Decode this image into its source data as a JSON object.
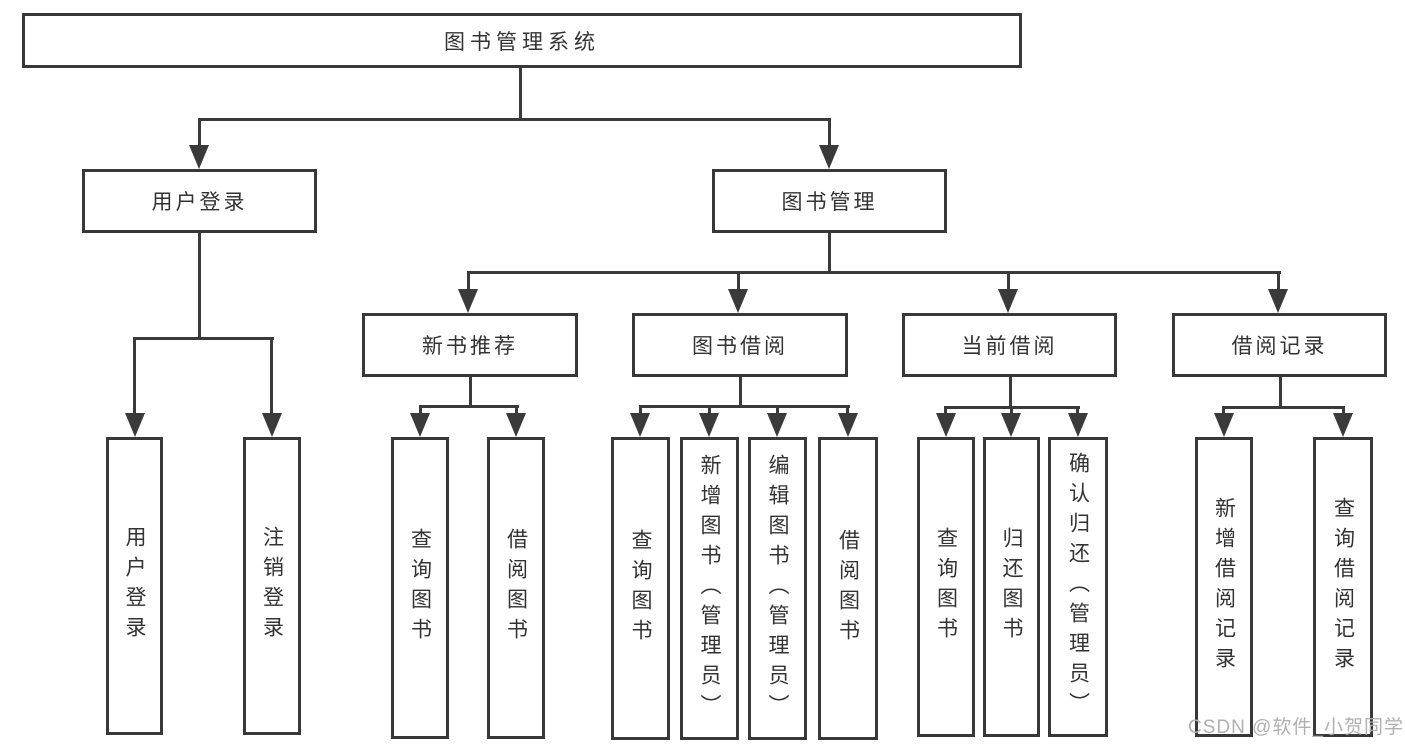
{
  "root": {
    "label": "图书管理系统"
  },
  "user_login": {
    "label": "用户登录",
    "children": [
      {
        "label": "用户登录"
      },
      {
        "label": "注销登录"
      }
    ]
  },
  "book_management": {
    "label": "图书管理",
    "sections": [
      {
        "label": "新书推荐",
        "children": [
          {
            "label": "查询图书"
          },
          {
            "label": "借阅图书"
          }
        ]
      },
      {
        "label": "图书借阅",
        "children": [
          {
            "label": "查询图书"
          },
          {
            "label": "新增图书（管理员）"
          },
          {
            "label": "编辑图书（管理员）"
          },
          {
            "label": "借阅图书"
          }
        ]
      },
      {
        "label": "当前借阅",
        "children": [
          {
            "label": "查询图书"
          },
          {
            "label": "归还图书"
          },
          {
            "label": "确认归还（管理员）"
          }
        ]
      },
      {
        "label": "借阅记录",
        "children": [
          {
            "label": "新增借阅记录"
          },
          {
            "label": "查询借阅记录"
          }
        ]
      }
    ]
  },
  "watermark": {
    "text": "CSDN @软件_小贺同学"
  },
  "colors": {
    "line": "#3a3a3a",
    "border": "#383838",
    "text": "#333333",
    "background": "#ffffff",
    "watermark": "#b0b0b0"
  }
}
